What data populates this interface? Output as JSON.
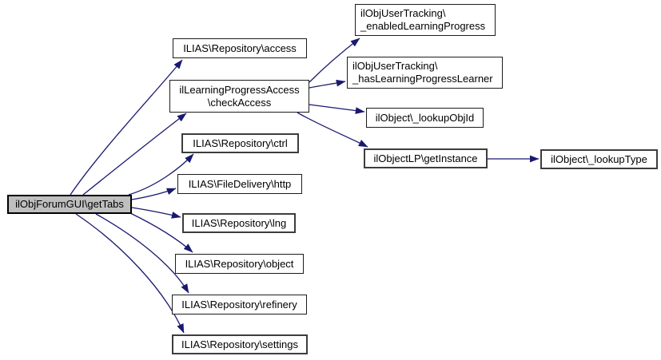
{
  "diagram": {
    "type": "call-graph",
    "colors": {
      "edge": "#191970",
      "node_fill": "#ffffff",
      "node_border": "#000000",
      "focused_node_fill": "#bfbfbf",
      "background": "#ffffff"
    },
    "nodes": {
      "get_tabs": {
        "label": "ilObjForumGUI\\getTabs",
        "lines": [
          "ilObjForumGUI\\getTabs"
        ],
        "focused": true
      },
      "access": {
        "label": "ILIAS\\Repository\\access",
        "lines": [
          "ILIAS\\Repository\\access"
        ]
      },
      "check_access": {
        "label": "ilLearningProgressAccess\\checkAccess",
        "lines": [
          "ilLearningProgressAccess",
          "\\checkAccess"
        ]
      },
      "ctrl": {
        "label": "ILIAS\\Repository\\ctrl",
        "lines": [
          "ILIAS\\Repository\\ctrl"
        ]
      },
      "http": {
        "label": "ILIAS\\FileDelivery\\http",
        "lines": [
          "ILIAS\\FileDelivery\\http"
        ]
      },
      "lng": {
        "label": "ILIAS\\Repository\\lng",
        "lines": [
          "ILIAS\\Repository\\lng"
        ]
      },
      "object": {
        "label": "ILIAS\\Repository\\object",
        "lines": [
          "ILIAS\\Repository\\object"
        ]
      },
      "refinery": {
        "label": "ILIAS\\Repository\\refinery",
        "lines": [
          "ILIAS\\Repository\\refinery"
        ]
      },
      "settings": {
        "label": "ILIAS\\Repository\\settings",
        "lines": [
          "ILIAS\\Repository\\settings"
        ]
      },
      "enabled_lp": {
        "label": "ilObjUserTracking\\_enabledLearningProgress",
        "lines": [
          "ilObjUserTracking\\",
          "_enabledLearningProgress"
        ]
      },
      "has_lp": {
        "label": "ilObjUserTracking\\_hasLearningProgressLearner",
        "lines": [
          "ilObjUserTracking\\",
          "_hasLearningProgressLearner"
        ]
      },
      "lookup_obj_id": {
        "label": "ilObject\\_lookupObjId",
        "lines": [
          "ilObject\\_lookupObjId"
        ]
      },
      "get_instance": {
        "label": "ilObjectLP\\getInstance",
        "lines": [
          "ilObjectLP\\getInstance"
        ]
      },
      "lookup_type": {
        "label": "ilObject\\_lookupType",
        "lines": [
          "ilObject\\_lookupType"
        ]
      }
    },
    "edges": [
      {
        "from": "ilObjForumGUI\\getTabs",
        "to": "ILIAS\\Repository\\access"
      },
      {
        "from": "ilObjForumGUI\\getTabs",
        "to": "ilLearningProgressAccess\\checkAccess"
      },
      {
        "from": "ilObjForumGUI\\getTabs",
        "to": "ILIAS\\Repository\\ctrl"
      },
      {
        "from": "ilObjForumGUI\\getTabs",
        "to": "ILIAS\\FileDelivery\\http"
      },
      {
        "from": "ilObjForumGUI\\getTabs",
        "to": "ILIAS\\Repository\\lng"
      },
      {
        "from": "ilObjForumGUI\\getTabs",
        "to": "ILIAS\\Repository\\object"
      },
      {
        "from": "ilObjForumGUI\\getTabs",
        "to": "ILIAS\\Repository\\refinery"
      },
      {
        "from": "ilObjForumGUI\\getTabs",
        "to": "ILIAS\\Repository\\settings"
      },
      {
        "from": "ilLearningProgressAccess\\checkAccess",
        "to": "ilObjUserTracking\\_enabledLearningProgress"
      },
      {
        "from": "ilLearningProgressAccess\\checkAccess",
        "to": "ilObjUserTracking\\_hasLearningProgressLearner"
      },
      {
        "from": "ilLearningProgressAccess\\checkAccess",
        "to": "ilObject\\_lookupObjId"
      },
      {
        "from": "ilLearningProgressAccess\\checkAccess",
        "to": "ilObjectLP\\getInstance"
      },
      {
        "from": "ilObjectLP\\getInstance",
        "to": "ilObject\\_lookupType"
      }
    ]
  }
}
